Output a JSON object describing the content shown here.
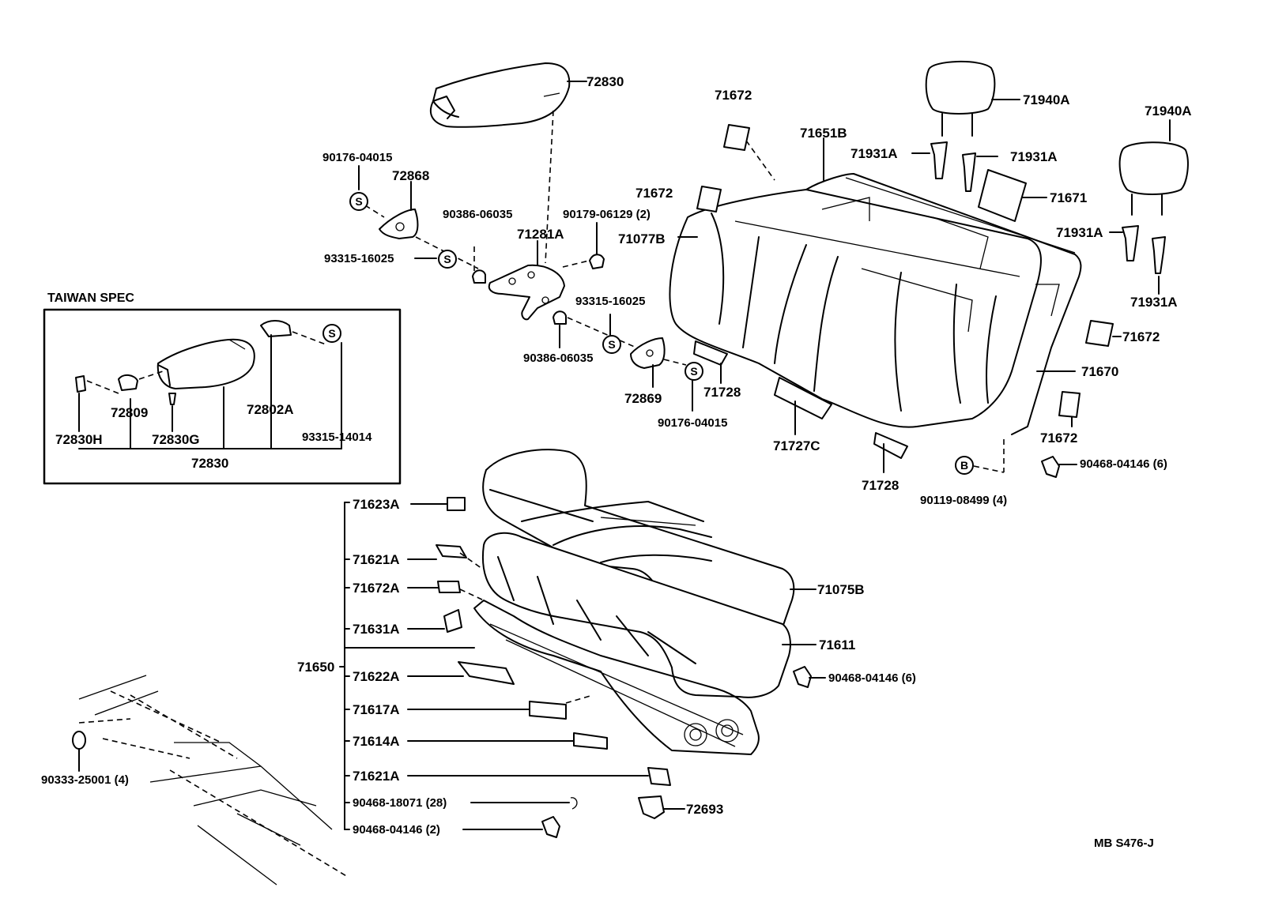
{
  "diagram_code": "MB S476-J",
  "taiwan_spec": {
    "title": "TAIWAN SPEC",
    "labels": [
      "72809",
      "72802A",
      "93315-14014",
      "72830H",
      "72830G",
      "72830"
    ]
  },
  "armrest": {
    "labels": [
      "72830",
      "90176-04015",
      "72868",
      "90386-06035",
      "90179-06129 (2)",
      "71281A",
      "93315-16025",
      "93315-16025",
      "90386-06035",
      "72869",
      "90176-04015"
    ]
  },
  "seat_back": {
    "labels": [
      "71672",
      "71651B",
      "71672",
      "71077B",
      "71728",
      "71727C",
      "71728",
      "71940A",
      "71931A",
      "71931A",
      "71671",
      "71940A",
      "71931A",
      "71931A",
      "71672",
      "71670",
      "71672",
      "90468-04146 (6)",
      "90119-08499 (4)"
    ]
  },
  "seat_cushion": {
    "group_label": "71650",
    "labels": [
      "71623A",
      "71621A",
      "71672A",
      "71631A",
      "71622A",
      "71617A",
      "71614A",
      "71621A",
      "90468-18071 (28)",
      "90468-04146 (2)",
      "71075B",
      "71611",
      "90468-04146 (6)",
      "72693"
    ]
  },
  "floor": {
    "labels": [
      "90333-25001 (4)"
    ]
  },
  "markers": {
    "s": "S",
    "b": "B"
  }
}
